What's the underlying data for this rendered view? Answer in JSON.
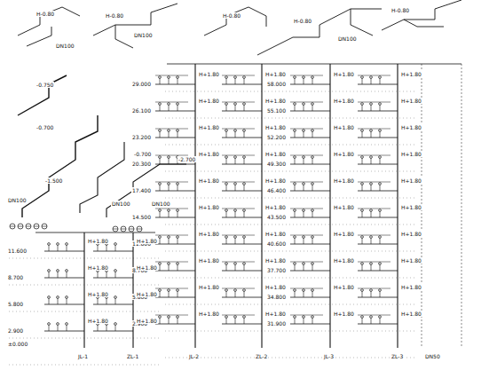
{
  "diagram": {
    "labels": [
      "H-0.80",
      "H-0.80",
      "H-0.80",
      "H-0.80",
      "H-0.80",
      "DN100",
      "DN100",
      "DN100",
      "-0.750",
      "-0.700",
      "-1.500",
      "-0.700",
      "-2.700",
      "DN100",
      "DN100",
      "DN100",
      "29.000",
      "26.100",
      "23.200",
      "20.300",
      "17.400",
      "14.500",
      "11.600",
      "8.700",
      "5.800",
      "2.900",
      "58.000",
      "55.100",
      "52.200",
      "49.300",
      "46.400",
      "43.500",
      "40.600",
      "37.700",
      "34.800",
      "31.900",
      "H+1.80",
      "H+1.80",
      "H+1.80",
      "H+1.80",
      "H+1.80",
      "H+1.80",
      "H+1.80",
      "H+1.80",
      "H+1.80",
      "H+1.80",
      "H+1.80",
      "H+1.80",
      "H+1.80",
      "H+1.80",
      "H+1.80",
      "H+1.80",
      "H+1.80",
      "H+1.80",
      "H+1.80",
      "H+1.80",
      "H+1.80",
      "H+1.80",
      "H+1.80",
      "H+1.80",
      "H+1.80",
      "H+1.80",
      "H+1.80",
      "H+1.80",
      "H+1.80",
      "H+1.80",
      "H+1.80",
      "H+1.80",
      "H+1.80",
      "H+1.80",
      "H+1.80",
      "H+1.80",
      "H+1.80",
      "H+1.80",
      "H+1.80",
      "H+1.80",
      "11.600",
      "8.700",
      "5.800",
      "2.900",
      "±0.000",
      "H+1.80",
      "H+1.80",
      "H+1.80",
      "H+1.80",
      "H+1.80",
      "H+1.80",
      "H+1.80",
      "H+1.80",
      "JL-1",
      "ZL-1",
      "JL-2",
      "ZL-2",
      "JL-3",
      "ZL-3",
      "DN50"
    ]
  }
}
